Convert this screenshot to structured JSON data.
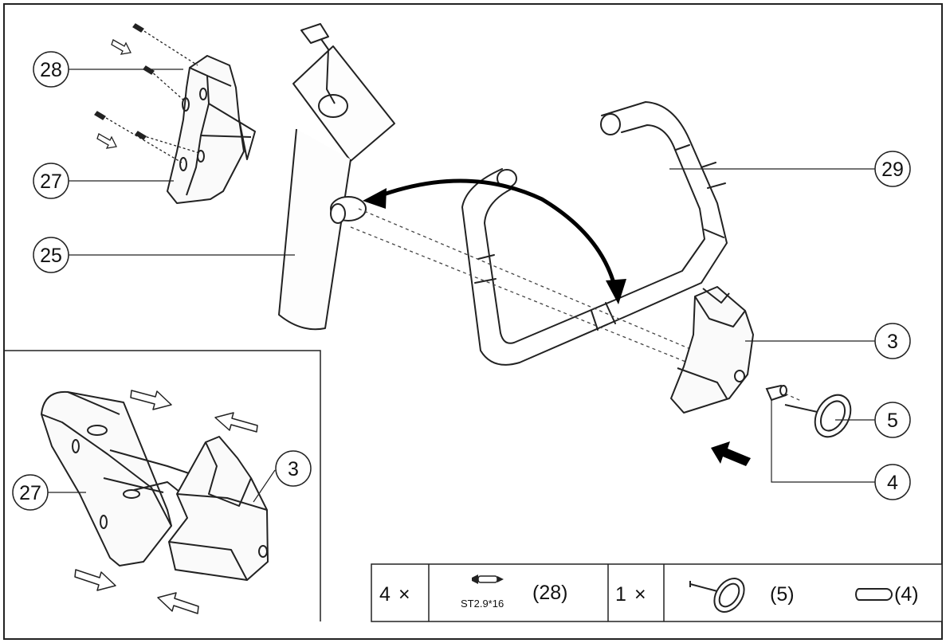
{
  "callouts": {
    "c28": "28",
    "c27_top": "27",
    "c25": "25",
    "c29": "29",
    "c3_main": "3",
    "c5": "5",
    "c4": "4",
    "c27_inset": "27",
    "c3_inset": "3"
  },
  "parts_list": {
    "qty_screws": "4",
    "times_symbol": "×",
    "screw_spec": "ST2.9*16",
    "screw_ref": "(28)",
    "qty_caps": "1",
    "cap_ref": "(5)",
    "spacer_ref": "(4)"
  }
}
